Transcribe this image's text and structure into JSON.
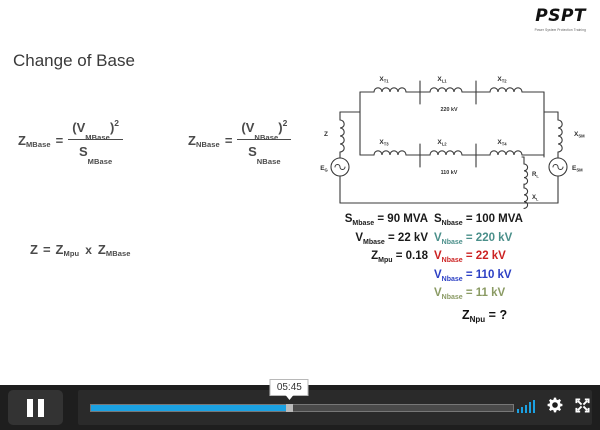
{
  "logo": {
    "name": "PSPT",
    "tagline": "Power System Protection Training"
  },
  "slide": {
    "title": "Change of Base",
    "formulas": [
      {
        "id": "z-mbase",
        "lhs_var": "Z",
        "lhs_sub": "MBase",
        "eq": "=",
        "num_var": "V",
        "num_sub": "MBase",
        "num_exp": "2",
        "den_var": "S",
        "den_sub": "MBase"
      },
      {
        "id": "z-nbase",
        "lhs_var": "Z",
        "lhs_sub": "NBase",
        "eq": "=",
        "num_var": "V",
        "num_sub": "NBase",
        "num_exp": "2",
        "den_var": "S",
        "den_sub": "NBase"
      }
    ],
    "product_formula": {
      "lhs": "Z",
      "eq": "=",
      "a_var": "Z",
      "a_sub": "Mpu",
      "op": "x",
      "b_var": "Z",
      "b_sub": "MBase"
    }
  },
  "circuit": {
    "upper_line_label": "220 kV",
    "lower_line_label": "110 kV",
    "upper_elements": [
      "X",
      "X",
      "X"
    ],
    "upper_subs": [
      "T1",
      "L1",
      "T2"
    ],
    "lower_subs": [
      "T3",
      "L2",
      "T4"
    ],
    "left_source_impedance": "Z",
    "left_source_emf": "E",
    "left_source_emf_sub": "G",
    "right_reactance": "X",
    "right_reactance_sub": "SM",
    "right_source_emf": "E",
    "right_source_emf_sub": "SM",
    "load_resistance": "R",
    "load_resistance_sub": "L",
    "load_reactance": "X",
    "load_reactance_sub": "L"
  },
  "values": {
    "machine": [
      {
        "sym": "S",
        "sub": "Mbase",
        "eq": "=",
        "val": "90 MVA",
        "color": "#1a1a1a"
      },
      {
        "sym": "V",
        "sub": "Mbase",
        "eq": "=",
        "val": "22 kV",
        "color": "#1a1a1a"
      },
      {
        "sym": "Z",
        "sub": "Mpu",
        "eq": "=",
        "val": "0.18",
        "color": "#1a1a1a"
      }
    ],
    "network": [
      {
        "sym": "S",
        "sub": "Nbase",
        "eq": "=",
        "val": "100 MVA",
        "color": "#1a1a1a"
      },
      {
        "sym": "V",
        "sub": "Nbase",
        "eq": "=",
        "val": "220 kV",
        "color": "#4a8f8a"
      },
      {
        "sym": "V",
        "sub": "Nbase",
        "eq": "=",
        "val": "22 kV",
        "color": "#cc2222"
      },
      {
        "sym": "V",
        "sub": "Nbase",
        "eq": "=",
        "val": "110 kV",
        "color": "#2b3fc4"
      },
      {
        "sym": "V",
        "sub": "Nbase",
        "eq": "=",
        "val": "11 kV",
        "color": "#8a9a63"
      }
    ],
    "question": {
      "sym": "Z",
      "sub": "Npu",
      "eq": "= ?"
    }
  },
  "player": {
    "state": "playing",
    "play_pause_label": "Pause",
    "current_time_tooltip": "05:45",
    "progress_percent": 47,
    "quality_label": "quality",
    "settings_label": "settings",
    "fullscreen_label": "fullscreen",
    "accent_color": "#1ba1e2"
  }
}
